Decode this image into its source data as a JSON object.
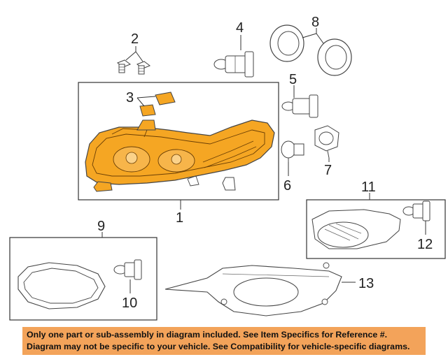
{
  "callouts": {
    "c1": "1",
    "c2": "2",
    "c3": "3",
    "c4": "4",
    "c5": "5",
    "c6": "6",
    "c7": "7",
    "c8": "8",
    "c9": "9",
    "c10": "10",
    "c11": "11",
    "c12": "12",
    "c13": "13"
  },
  "banner": {
    "line1": "Only one part or sub-assembly in diagram included. See Item Specifics for Reference #.",
    "line2": "Diagram may not be specific to your vehicle. See Compatibility for vehicle-specific diagrams."
  },
  "colors": {
    "headlamp": "#f5a623",
    "banner": "#f3a35a",
    "line": "#333333"
  }
}
